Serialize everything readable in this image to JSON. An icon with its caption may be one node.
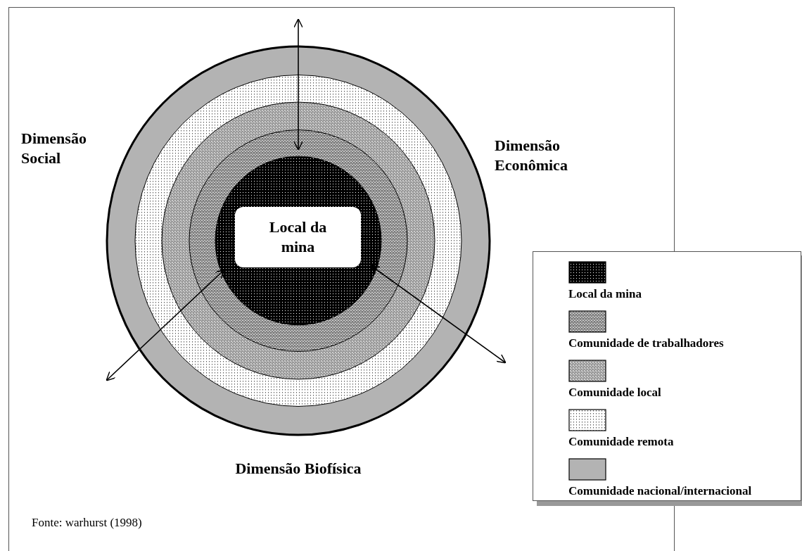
{
  "diagram": {
    "caption": "Fonte: warhurst (1998)",
    "nodes": [
      {
        "text": [
          "Local da mina"
        ]
      }
    ],
    "edges": [],
    "labels": [
      "Dimensão Social",
      "Dimensão Econômica",
      "Dimensão Biofísica"
    ],
    "legend": [
      {
        "text": "Local da mina"
      },
      {
        "text": "Comunidade de trabalhadores"
      },
      {
        "text": "Comunidade local"
      },
      {
        "text": "Comunidade remota"
      },
      {
        "text": "Comunidade nacional/internacional",
        "color": "#b3b3b3"
      }
    ]
  }
}
